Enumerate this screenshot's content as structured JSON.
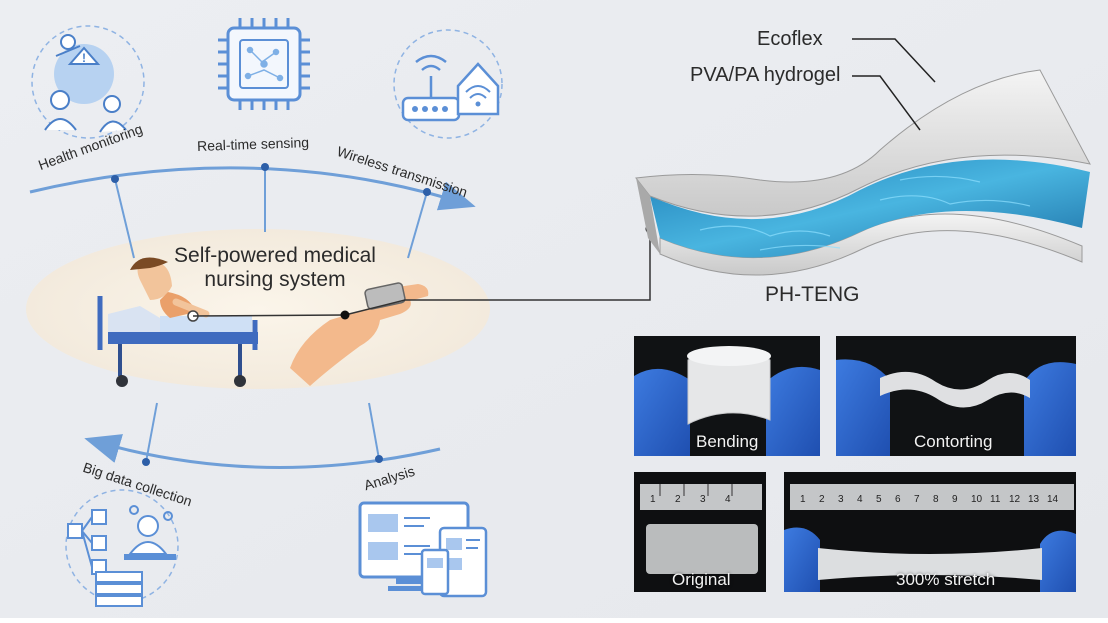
{
  "center": {
    "title_line1": "Self-powered medical",
    "title_line2": "nursing system"
  },
  "functions_top": [
    {
      "label": "Health monitoring",
      "icon": "health-monitoring-icon"
    },
    {
      "label": "Real-time sensing",
      "icon": "chip-icon"
    },
    {
      "label": "Wireless transmission",
      "icon": "wireless-router-icon"
    }
  ],
  "functions_bottom": [
    {
      "label": "Big data collection",
      "icon": "data-network-icon"
    },
    {
      "label": "Analysis",
      "icon": "analysis-screens-icon"
    }
  ],
  "device": {
    "layer_outer": "Ecoflex",
    "layer_inner": "PVA/PA hydrogel",
    "name": "PH-TENG"
  },
  "photos": [
    {
      "caption": "Bending"
    },
    {
      "caption": "Contorting"
    },
    {
      "caption": "Original"
    },
    {
      "caption": "300% stretch"
    }
  ],
  "ruler_small": [
    "1",
    "2",
    "3",
    "4"
  ],
  "ruler_large": [
    "1",
    "2",
    "3",
    "4",
    "5",
    "6",
    "7",
    "8",
    "9",
    "10",
    "11",
    "12",
    "13",
    "14"
  ],
  "colors": {
    "arc": "#6f9fd8",
    "icon_line": "#5b8fd6",
    "background": "#eef0f4",
    "ellipse": "#f6efe4",
    "hydrogel": "#3aa6d8"
  }
}
